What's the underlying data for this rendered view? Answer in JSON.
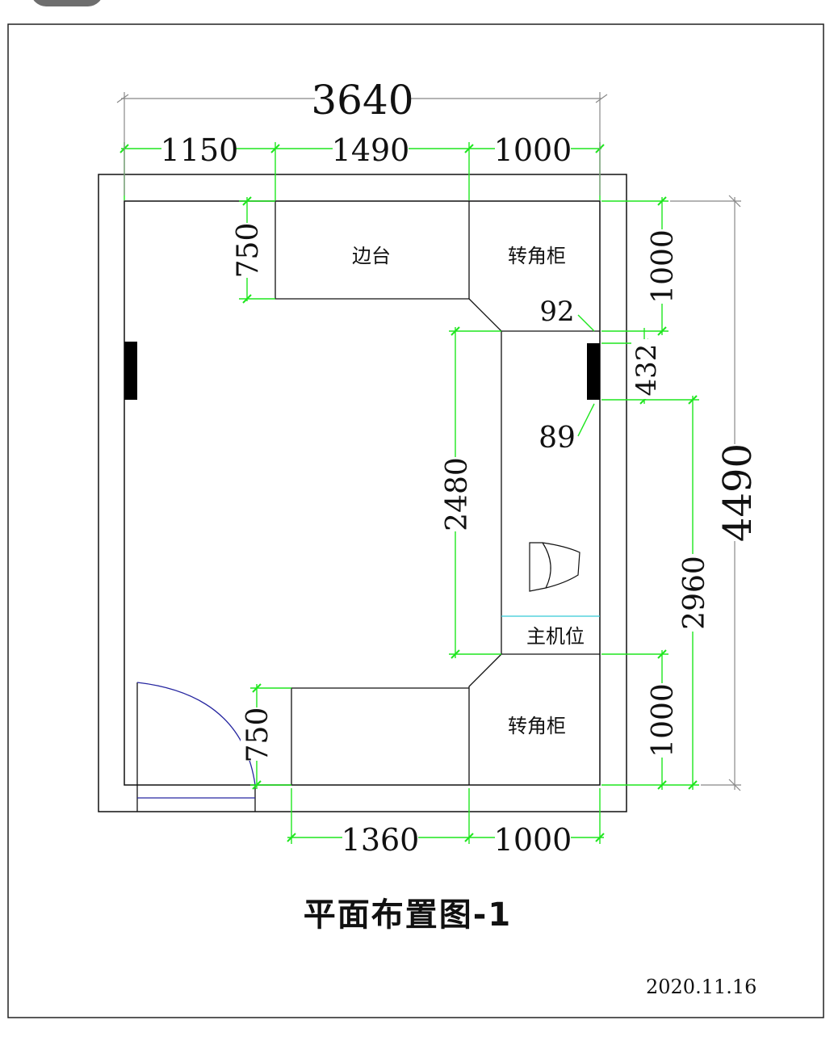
{
  "drawing": {
    "title": "平面布置图-1",
    "date": "2020.11.16",
    "colors": {
      "dimension": "#1ee61e",
      "line": "#111111",
      "door_swing": "#2626a0",
      "wall_fill": "#000000"
    }
  },
  "labels": {
    "side_counter": "边台",
    "corner_cabinet_top": "转角柜",
    "corner_cabinet_bottom": "转角柜",
    "host_position": "主机位"
  },
  "dimensions": {
    "overall_width": "3640",
    "top_seg_1": "1150",
    "top_seg_2": "1490",
    "top_seg_3": "1000",
    "counter_depth_top": "750",
    "corner_depth_top": "1000",
    "gap_92": "92",
    "window_432": "432",
    "gap_89": "89",
    "desk_length": "2480",
    "overall_depth": "4490",
    "right_2960": "2960",
    "counter_depth_bottom": "750",
    "corner_depth_bottom": "1000",
    "bottom_seg_1": "1360",
    "bottom_seg_2": "1000"
  }
}
